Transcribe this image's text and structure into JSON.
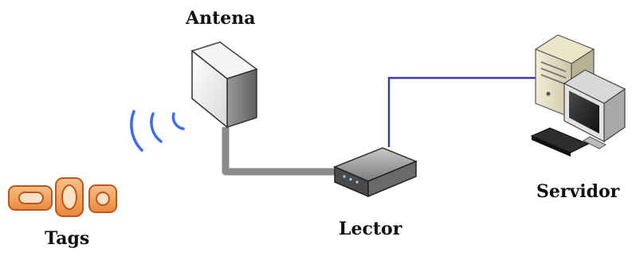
{
  "labels": {
    "antenna": "Antena",
    "reader": "Lector",
    "server": "Servidor",
    "tags": "Tags"
  },
  "colors": {
    "antenna_cable": "#8a8a8a",
    "network_cable": "#3b3bb0",
    "radio_waves": "#3a6cf0",
    "tags_fill": "#f2a25a",
    "tags_stroke": "#c2561a",
    "device_body": "#d8d8d8"
  },
  "icons": [
    "antenna-icon",
    "radio-waves-icon",
    "reader-icon",
    "server-tower-icon",
    "monitor-icon",
    "keyboard-icon",
    "rfid-tag-icon"
  ]
}
